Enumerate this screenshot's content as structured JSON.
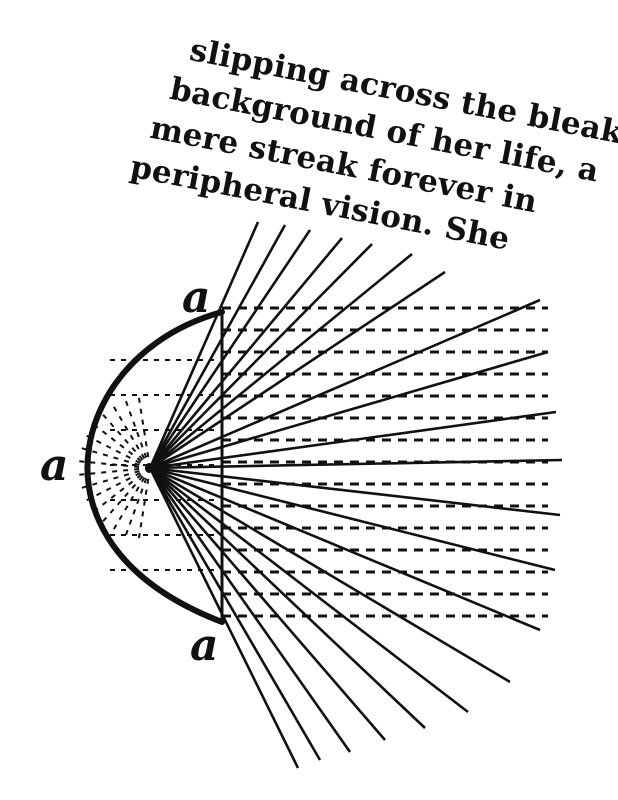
{
  "caption": {
    "lines": [
      "slipping across the bleak",
      "background of her life, a",
      "mere  streak  forever  in",
      "peripheral vision.  She"
    ]
  },
  "labels": {
    "top": "a",
    "left": "a",
    "bottom": "a"
  },
  "colors": {
    "ink": "#111111",
    "paper": "#ffffff"
  }
}
